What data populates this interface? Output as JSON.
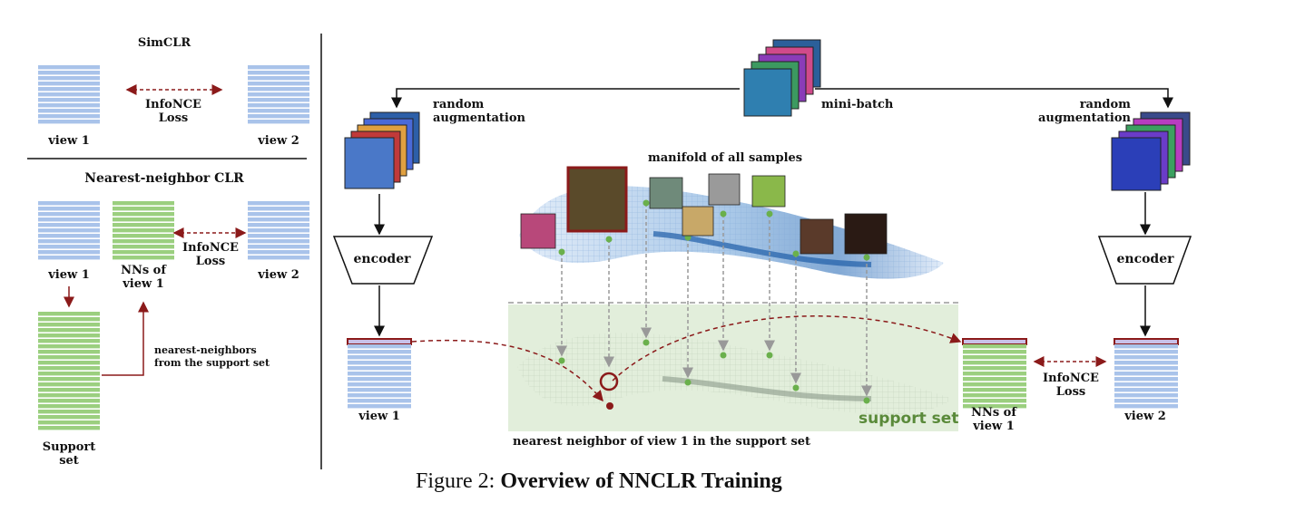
{
  "left_panel": {
    "simclr_title": "SimCLR",
    "simclr_loss": "InfoNCE\nLoss",
    "simclr_view1": "view 1",
    "simclr_view2": "view 2",
    "nnclr_title": "Nearest-neighbor CLR",
    "nnclr_view1": "view 1",
    "nnclr_nns": "NNs of\nview 1",
    "nnclr_loss": "InfoNCE\nLoss",
    "nnclr_view2": "view 2",
    "nn_from_support": "nearest-neighbors\nfrom the support set",
    "support_set": "Support\nset"
  },
  "main_panel": {
    "mini_batch": "mini-batch",
    "aug_left": "random\naugmentation",
    "aug_right": "random\naugmentation",
    "manifold": "manifold of  all samples",
    "encoder_left": "encoder",
    "encoder_right": "encoder",
    "view1": "view 1",
    "view2": "view 2",
    "nns": "NNs of\nview 1",
    "loss": "InfoNCE\nLoss",
    "support_set": "support set",
    "nn_caption": "nearest neighbor of view 1 in the support set"
  },
  "caption": {
    "prefix": "Figure 2:",
    "title": "Overview of NNCLR Training"
  },
  "colors": {
    "embedding_blue": "#a9c3ea",
    "embedding_green": "#9bcf7f",
    "highlight_red": "#8b1a1a",
    "support_bg": "#e2eedb",
    "support_text": "#5a8a3a"
  }
}
